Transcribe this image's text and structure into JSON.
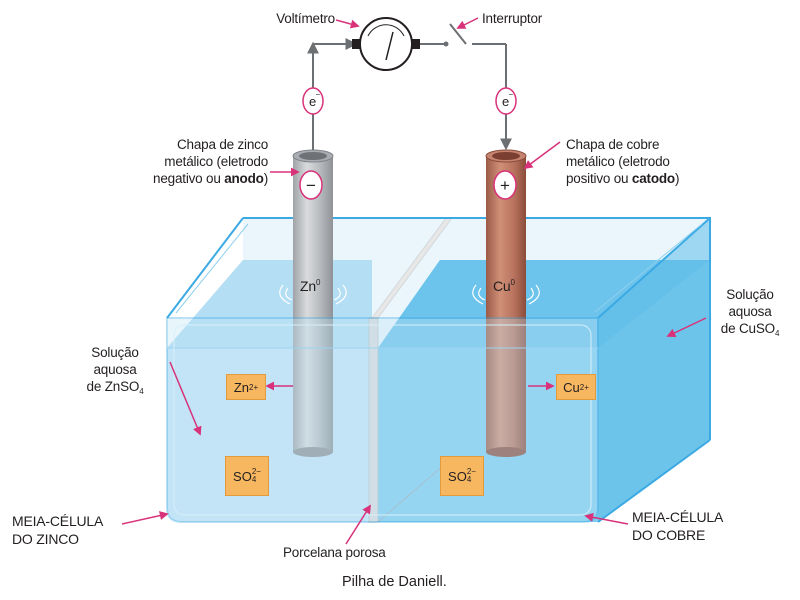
{
  "labels": {
    "voltmeter": "Voltímetro",
    "switch": "Interruptor",
    "electron": "e",
    "electron_charge": "−",
    "zinc_plate": [
      "Chapa de zinco",
      "metálico (eletrodo",
      "negativo ou "
    ],
    "zinc_plate_bold": "anodo",
    "zinc_plate_end": ")",
    "copper_plate": [
      "Chapa de cobre",
      "metálico (eletrodo",
      "positivo ou "
    ],
    "copper_plate_bold": "catodo",
    "copper_plate_end": ")",
    "minus_sign": "−",
    "plus_sign": "+",
    "zn_electrode": "Zn",
    "zn_electrode_sup": "0",
    "cu_electrode": "Cu",
    "cu_electrode_sup": "0",
    "znso4_solution": [
      "Solução",
      "aquosa",
      "de ZnSO"
    ],
    "znso4_sub": "4",
    "cuso4_solution": [
      "Solução",
      "aquosa",
      "de CuSO"
    ],
    "cuso4_sub": "4",
    "zn_ion": "Zn",
    "zn_ion_sup": "2+",
    "cu_ion": "Cu",
    "cu_ion_sup": "2+",
    "sulfate": "SO",
    "sulfate_sub": "4",
    "sulfate_sup": "2−",
    "zinc_half_cell": [
      "MEIA-CÉLULA",
      "DO ZINCO"
    ],
    "copper_half_cell": [
      "MEIA-CÉLULA",
      "DO COBRE"
    ],
    "porous": "Porcelana porosa",
    "caption": "Pilha de Daniell."
  },
  "colors": {
    "zn_solution": "#c4e5f7",
    "cu_solution": "#7fcdf0",
    "tank_edge": "#3ba9e3",
    "zinc": "#b7babd",
    "copper": "#b5735f",
    "ion_box": "#f6b760",
    "pointer": "#d8327a"
  }
}
